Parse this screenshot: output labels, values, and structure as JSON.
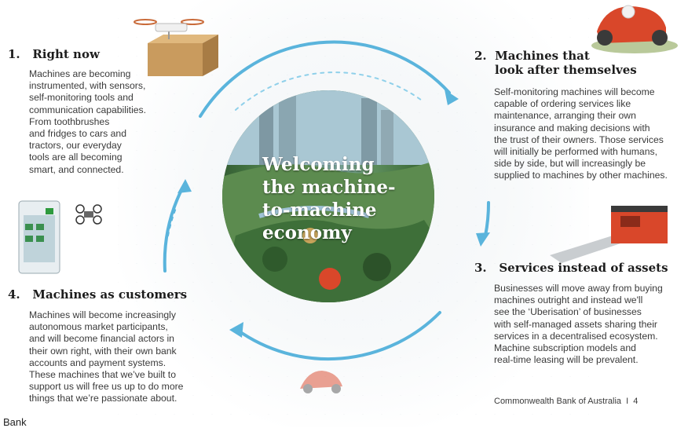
{
  "center_title": [
    "Welcoming",
    "the machine-",
    "to-machine",
    "economy"
  ],
  "sections": [
    {
      "number": "1.",
      "title_lines": [
        "Right now"
      ],
      "body_lines": [
        "Machines are becoming",
        "instrumented, with sensors,",
        "self-monitoring tools and",
        "communication capabilities.",
        "From toothbrushes",
        "and fridges to cars and",
        "tractors, our everyday",
        "tools are all becoming",
        "smart, and connected."
      ]
    },
    {
      "number": "2.",
      "title_lines": [
        "Machines that",
        "look after themselves"
      ],
      "body_lines": [
        "Self-monitoring machines will become",
        "capable of ordering services like",
        "maintenance, arranging their own",
        "insurance and making decisions with",
        "the trust of their owners. Those services",
        "will initially be performed with humans,",
        "side by side, but will increasingly be",
        "supplied to machines by other machines."
      ]
    },
    {
      "number": "3.",
      "title_lines": [
        "Services instead of assets"
      ],
      "body_lines": [
        "Businesses will move away from buying",
        "machines outright and instead we'll",
        "see the ‘Uberisation’ of businesses",
        "with self-managed assets sharing their",
        "services in a decentralised ecosystem.",
        "Machine subscription models and",
        "real-time leasing will be prevalent."
      ]
    },
    {
      "number": "4.",
      "title_lines": [
        "Machines as customers"
      ],
      "body_lines": [
        "Machines will become increasingly",
        "autonomous market participants,",
        "and will become financial actors in",
        "their own right, with their own bank",
        "accounts and payment systems.",
        "These machines that we’ve built to",
        "support us will free us up to do more",
        "things that we’re passionate about."
      ]
    }
  ],
  "footer": "Commonwealth Bank of Australia  I  4",
  "bottom_fragment": "Bank",
  "colors": {
    "arrow": "#5ab4dc",
    "tractor": "#d9472a",
    "title": "#1c1c1c"
  },
  "icons": [
    "drone-delivery-icon",
    "lawn-mower-robot-icon",
    "vending-kiosk-icon",
    "small-drone-icon",
    "conveyor-machine-icon",
    "mower-robot-icon"
  ]
}
